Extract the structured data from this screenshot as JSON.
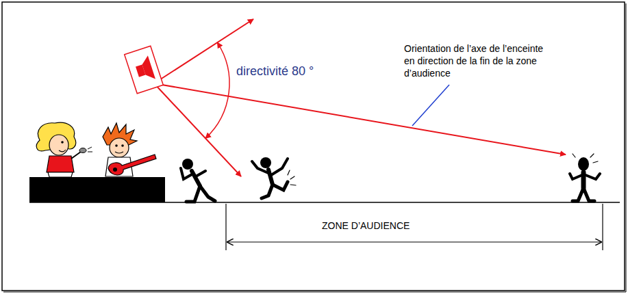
{
  "diagram": {
    "labels": [
      "directivité 80 °",
      "Orientation de l’axe de l’enceinte en direction de la fin de la zone d’audience",
      "ZONE D’AUDIENCE"
    ]
  }
}
